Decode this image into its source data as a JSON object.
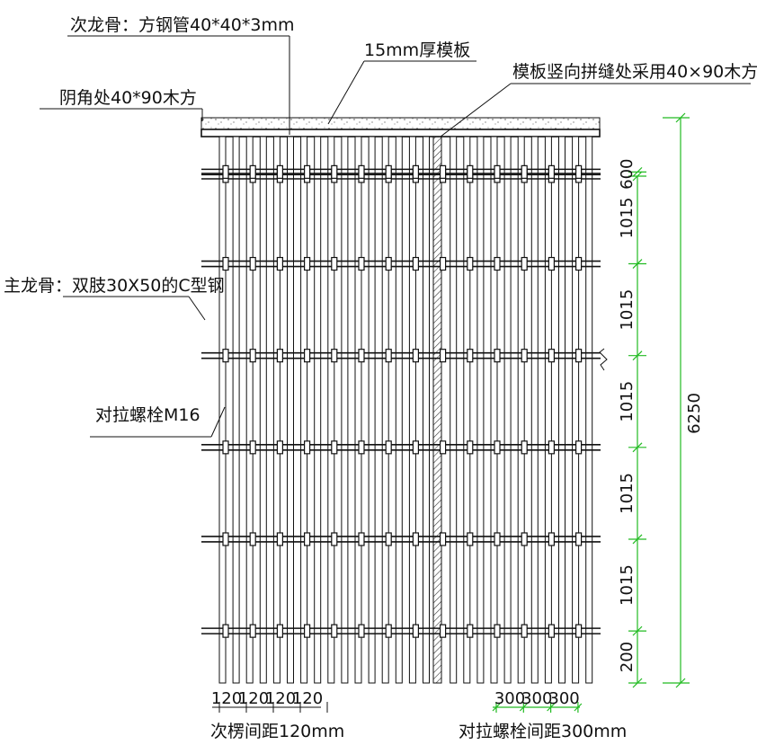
{
  "annotations": {
    "secondary_joist": "次龙骨：方钢管40*40*3mm",
    "formwork": "15mm厚模板",
    "vertical_joint": "模板竖向拼缝处采用40×90木方",
    "internal_corner": "阴角处40*90木方",
    "main_joist": "主龙骨：双肢30X50的C型钢",
    "tie_bolt": "对拉螺栓M16"
  },
  "vertical_dimensions": {
    "segments": [
      "600",
      "1015",
      "1015",
      "1015",
      "1015",
      "1015",
      "200"
    ],
    "total": "6250"
  },
  "bottom_dimensions": {
    "joist_spacing_ticks": [
      "120",
      "120",
      "120",
      "120"
    ],
    "joist_spacing_caption": "次楞间距120mm",
    "bolt_spacing_ticks": [
      "300",
      "300",
      "300"
    ],
    "bolt_spacing_caption": "对拉螺栓间距300mm"
  },
  "colors": {
    "line": "#111111",
    "dimension": "#22bb22",
    "hatch": "#333333"
  }
}
